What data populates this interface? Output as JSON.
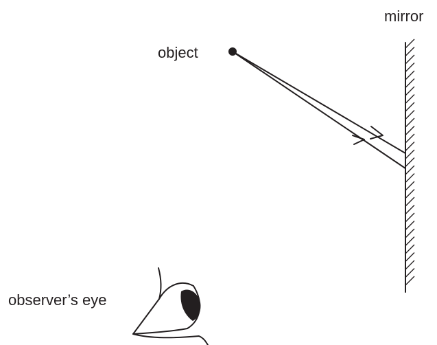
{
  "labels": {
    "mirror": "mirror",
    "object": "object",
    "observer_eye": "observer’s eye"
  },
  "colors": {
    "ink": "#231f20",
    "background": "#ffffff"
  },
  "icons": {
    "object": "object-dot",
    "eye": "eye-icon",
    "mirror": "mirror-hatched-surface",
    "arrow": "ray-arrowhead"
  }
}
